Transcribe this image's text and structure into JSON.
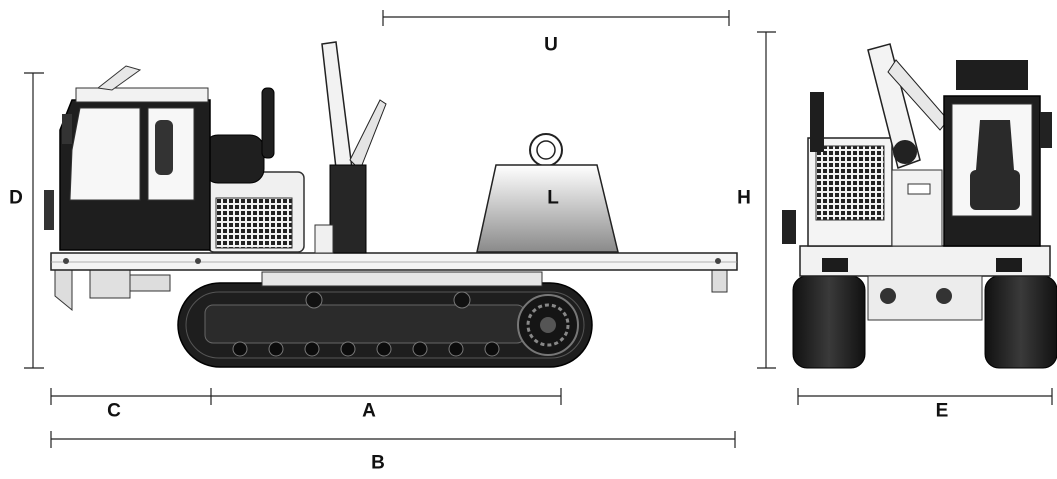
{
  "labels": {
    "u": "U",
    "d": "D",
    "h": "H",
    "l": "L",
    "c": "C",
    "a": "A",
    "b": "B",
    "e": "E"
  },
  "colors": {
    "dark": "#1e1e1e",
    "body": "#f2f2f2",
    "outline": "#333333",
    "grey": "#8c8c8c"
  }
}
